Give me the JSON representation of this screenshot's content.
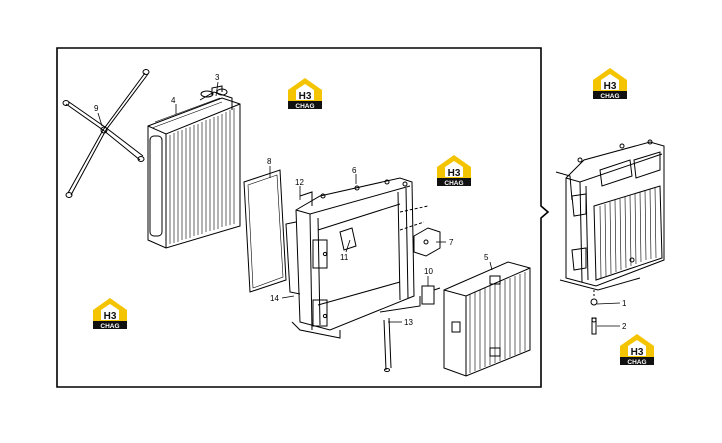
{
  "diagram": {
    "callouts": [
      "1",
      "2",
      "3",
      "4",
      "5",
      "6",
      "7",
      "8",
      "9",
      "10",
      "11",
      "12",
      "13",
      "14"
    ]
  },
  "watermark": {
    "brand_top": "H3",
    "brand_bottom": "CHAG",
    "colors": {
      "yellow": "#f5c400",
      "black": "#111111",
      "white": "#ffffff"
    }
  }
}
